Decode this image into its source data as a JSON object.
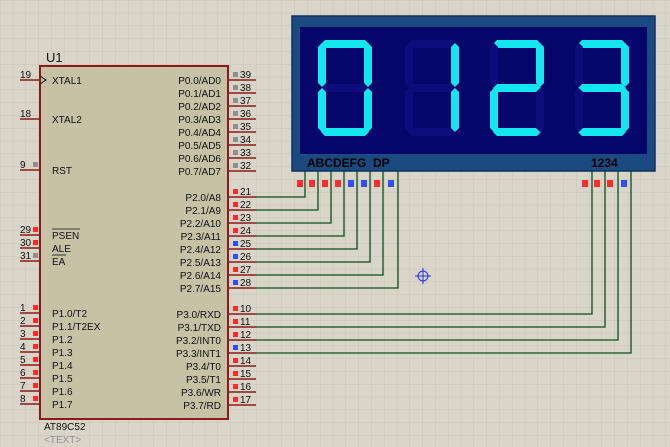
{
  "colors": {
    "background": "#d9d6c9",
    "grid": "#c8c4b6",
    "chip_body": "#c7c2a6",
    "chip_border": "#8b1a1a",
    "wire": "#0b4d1e",
    "pin_high": "#ff2a2a",
    "pin_low": "#2f4cff",
    "pin_floating": "#8f8f8f",
    "display_frame": "#1b4a80",
    "display_glass": "#06066a",
    "segment_on": "#14e6f0"
  },
  "chip": {
    "ref": "U1",
    "part": "AT89C52",
    "text_placeholder": "<TEXT>",
    "left_pins": [
      {
        "num": "19",
        "label": "XTAL1",
        "state": "none"
      },
      {
        "num": "18",
        "label": "XTAL2",
        "state": "none"
      },
      {
        "num": "9",
        "label": "RST",
        "state": "floating"
      },
      {
        "num": "29",
        "label": "PSEN",
        "state": "high"
      },
      {
        "num": "30",
        "label": "ALE",
        "state": "high"
      },
      {
        "num": "31",
        "label": "EA",
        "state": "floating"
      },
      {
        "num": "1",
        "label": "P1.0/T2",
        "state": "high"
      },
      {
        "num": "2",
        "label": "P1.1/T2EX",
        "state": "high"
      },
      {
        "num": "3",
        "label": "P1.2",
        "state": "high"
      },
      {
        "num": "4",
        "label": "P1.3",
        "state": "high"
      },
      {
        "num": "5",
        "label": "P1.4",
        "state": "high"
      },
      {
        "num": "6",
        "label": "P1.5",
        "state": "high"
      },
      {
        "num": "7",
        "label": "P1.6",
        "state": "high"
      },
      {
        "num": "8",
        "label": "P1.7",
        "state": "high"
      }
    ],
    "right_pins": [
      {
        "num": "39",
        "label": "P0.0/AD0",
        "state": "floating"
      },
      {
        "num": "38",
        "label": "P0.1/AD1",
        "state": "floating"
      },
      {
        "num": "37",
        "label": "P0.2/AD2",
        "state": "floating"
      },
      {
        "num": "36",
        "label": "P0.3/AD3",
        "state": "floating"
      },
      {
        "num": "35",
        "label": "P0.4/AD4",
        "state": "floating"
      },
      {
        "num": "34",
        "label": "P0.5/AD5",
        "state": "floating"
      },
      {
        "num": "33",
        "label": "P0.6/AD6",
        "state": "floating"
      },
      {
        "num": "32",
        "label": "P0.7/AD7",
        "state": "floating"
      },
      {
        "num": "21",
        "label": "P2.0/A8",
        "state": "high"
      },
      {
        "num": "22",
        "label": "P2.1/A9",
        "state": "high"
      },
      {
        "num": "23",
        "label": "P2.2/A10",
        "state": "high"
      },
      {
        "num": "24",
        "label": "P2.3/A11",
        "state": "high"
      },
      {
        "num": "25",
        "label": "P2.4/A12",
        "state": "low"
      },
      {
        "num": "26",
        "label": "P2.5/A13",
        "state": "low"
      },
      {
        "num": "27",
        "label": "P2.6/A14",
        "state": "high"
      },
      {
        "num": "28",
        "label": "P2.7/A15",
        "state": "low"
      },
      {
        "num": "10",
        "label": "P3.0/RXD",
        "state": "high"
      },
      {
        "num": "11",
        "label": "P3.1/TXD",
        "state": "high"
      },
      {
        "num": "12",
        "label": "P3.2/INT0",
        "state": "high"
      },
      {
        "num": "13",
        "label": "P3.3/INT1",
        "state": "low"
      },
      {
        "num": "14",
        "label": "P3.4/T0",
        "state": "high"
      },
      {
        "num": "15",
        "label": "P3.5/T1",
        "state": "high"
      },
      {
        "num": "16",
        "label": "P3.6/WR",
        "state": "high"
      },
      {
        "num": "17",
        "label": "P3.7/RD",
        "state": "high"
      }
    ]
  },
  "display": {
    "segment_labels": "ABCDEFG  DP",
    "digit_labels": "1234",
    "digits": [
      "0",
      "1",
      "2",
      "3"
    ],
    "segment_pin_states": [
      "high",
      "high",
      "high",
      "high",
      "low",
      "low",
      "high",
      "low"
    ],
    "digit_pin_states": [
      "high",
      "high",
      "high",
      "low"
    ]
  }
}
